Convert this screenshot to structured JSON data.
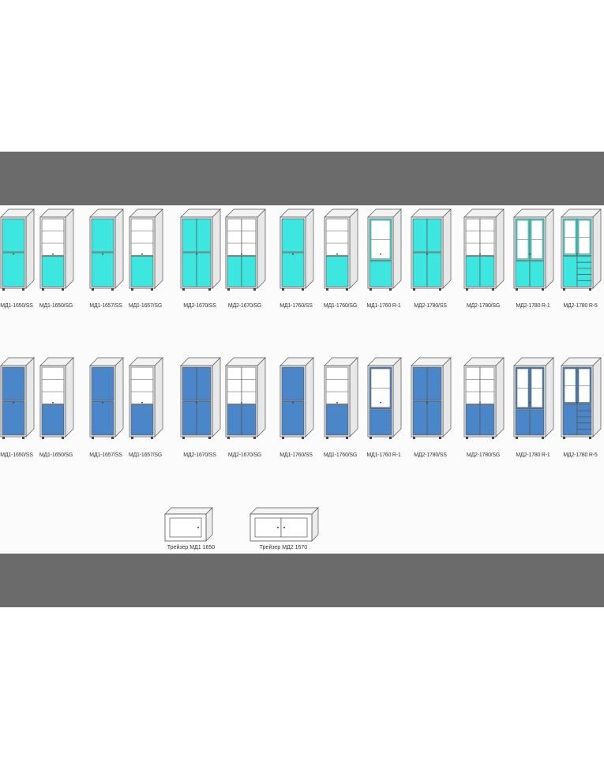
{
  "colors": {
    "band": "#6b6b6b",
    "cyan_door": "#3ee6e0",
    "blue_door": "#4a86c8",
    "glass": "#ffffff",
    "outline": "#555555"
  },
  "rows": [
    {
      "door_color": "cyan",
      "labels": [
        "МД1-1650/SS",
        "МД1-1650/SG",
        "МД1-1657/SS",
        "МД1-1657/SG",
        "МД2-1670/SS",
        "МД2-1670/SG",
        "МД1-1760/SS",
        "МД1-1760/SG",
        "МД1-1760 R-1",
        "МД2-1780/SS",
        "МД2-1780/SG",
        "МД2-1780 R-1",
        "МД2-1780 R-5"
      ]
    },
    {
      "door_color": "blue",
      "labels": [
        "МД1-1650/SS",
        "МД1-1650/SG",
        "МД1-1657/SS",
        "МД1-1657/SG",
        "МД2-1670/SS",
        "МД2-1670/SG",
        "МД1-1760/SS",
        "МД1-1760/SG",
        "МД1-1760 R-1",
        "МД2-1780/SS",
        "МД2-1780/SG",
        "МД2-1780 R-1",
        "МД2-1780 R-5"
      ]
    }
  ],
  "models": [
    {
      "type": "SS"
    },
    {
      "type": "SG"
    },
    {
      "type": "SS"
    },
    {
      "type": "SG"
    },
    {
      "type": "SS2"
    },
    {
      "type": "SG2"
    },
    {
      "type": "SS"
    },
    {
      "type": "SG"
    },
    {
      "type": "R1"
    },
    {
      "type": "SS2"
    },
    {
      "type": "SG2"
    },
    {
      "type": "R1-2"
    },
    {
      "type": "R5"
    }
  ],
  "trays": [
    {
      "label": "Трейзер МД1 1650"
    },
    {
      "label": "Трейзер МД2 1670"
    }
  ]
}
